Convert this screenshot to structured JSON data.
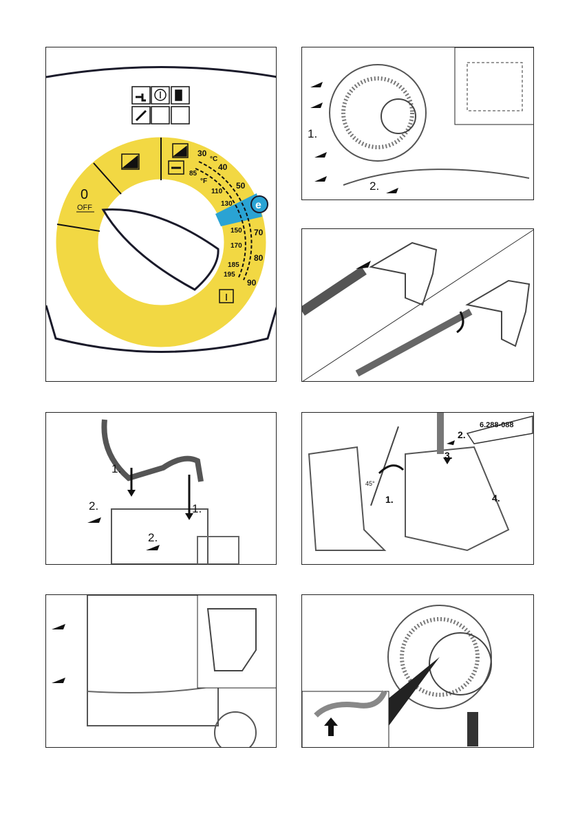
{
  "colors": {
    "dial_yellow": "#f2d843",
    "eco_blue": "#2aa3d4",
    "line": "#1a1a2a"
  },
  "dial": {
    "off_value": "0",
    "off_label": "OFF",
    "celsius_unit": "°C",
    "fahrenheit_unit": "°F",
    "celsius_ticks": [
      "30",
      "40",
      "50",
      "70",
      "80",
      "90"
    ],
    "fahrenheit_ticks": [
      "85",
      "110",
      "130",
      "150",
      "170",
      "185",
      "195"
    ],
    "eco_badge": "e",
    "status_icons": [
      "plug-icon",
      "power-icon",
      "fuel-icon",
      "wrench-icon",
      "blank",
      "blank"
    ]
  },
  "fig_reel_mount": {
    "step1": "1.",
    "step2": "2."
  },
  "fig_handle": {
    "step1a": "1.",
    "step1b": "1.",
    "step2a": "2.",
    "step2b": "2."
  },
  "fig_gun": {
    "tube_label": "6.288-088",
    "step1": "1.",
    "step2": "2.",
    "step3": "3.",
    "step4": "4.",
    "angle": "45°"
  }
}
